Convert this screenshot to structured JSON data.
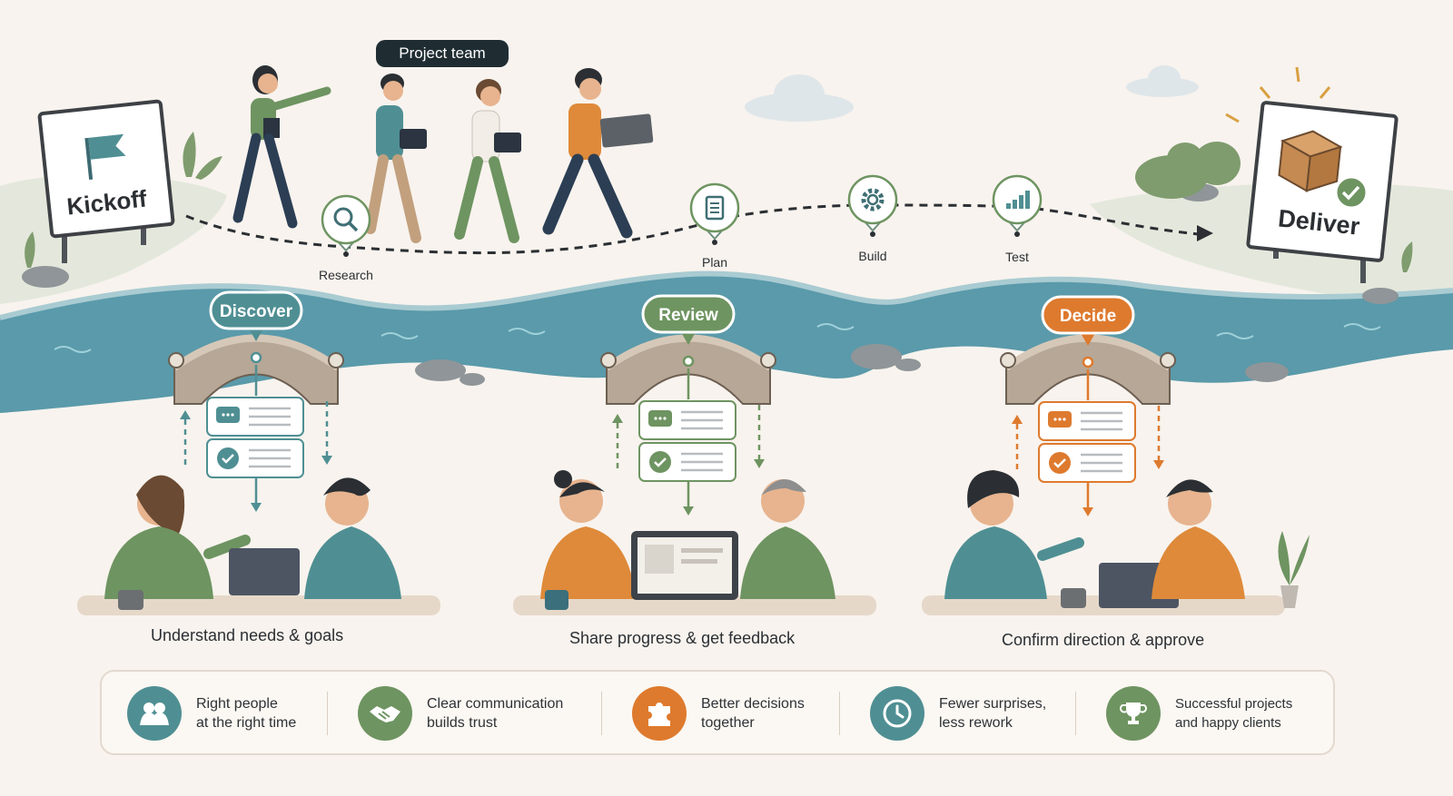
{
  "team_label": "Project team",
  "start_sign": "Kickoff",
  "end_sign": "Deliver",
  "path_steps": [
    {
      "label": "Research",
      "icon": "search-icon"
    },
    {
      "label": "Plan",
      "icon": "document-icon"
    },
    {
      "label": "Build",
      "icon": "gear-icon"
    },
    {
      "label": "Test",
      "icon": "bar-chart-icon"
    }
  ],
  "bridges": [
    {
      "label": "Discover",
      "color": "#4f8f93",
      "caption": "Understand needs & goals"
    },
    {
      "label": "Review",
      "color": "#6e9461",
      "caption": "Share progress & get feedback"
    },
    {
      "label": "Decide",
      "color": "#de7a2e",
      "caption": "Confirm direction & approve"
    }
  ],
  "benefits": [
    {
      "line1": "Right people",
      "line2": "at the right time",
      "icon": "people-icon",
      "color": "#4f8f93"
    },
    {
      "line1": "Clear communication",
      "line2": "builds trust",
      "icon": "handshake-icon",
      "color": "#6e9461"
    },
    {
      "line1": "Better decisions",
      "line2": "together",
      "icon": "puzzle-icon",
      "color": "#de7a2e"
    },
    {
      "line1": "Fewer surprises,",
      "line2": "less rework",
      "icon": "clock-icon",
      "color": "#4f8f93"
    },
    {
      "line1": "Successful projects",
      "line2": "and happy clients",
      "icon": "trophy-icon",
      "color": "#6e9461"
    }
  ],
  "colors": {
    "teal": "#4f8f93",
    "green": "#6e9461",
    "orange": "#de7a2e",
    "river": "#5a9aaa",
    "ink": "#2b2f33"
  }
}
